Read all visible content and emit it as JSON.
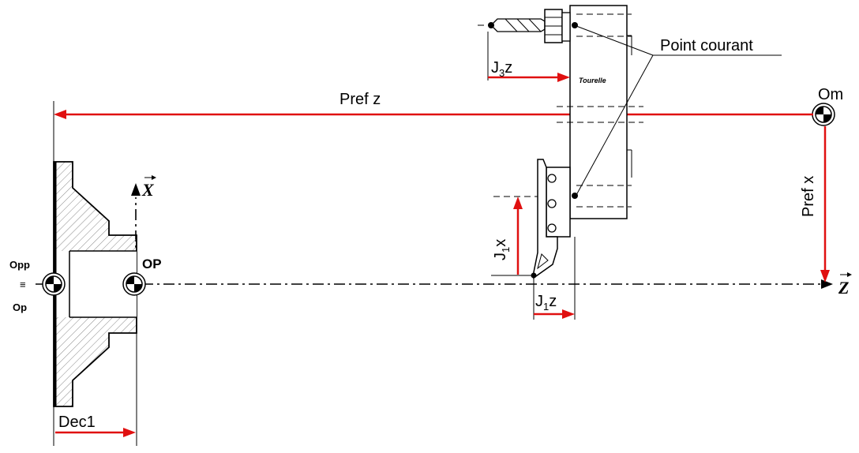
{
  "labels": {
    "pref_z": "Pref z",
    "pref_x": "Pref x",
    "om": "Om",
    "op": "OP",
    "opp": "Opp",
    "equiv": "≡",
    "op_lower": "Op",
    "dec1": "Dec1",
    "j3z_main": "J",
    "j3z_sub": "3",
    "j3z_suffix": "z",
    "j1z_main": "J",
    "j1z_sub": "1",
    "j1z_suffix": "z",
    "j1x_main": "J",
    "j1x_sub": "1",
    "j1x_suffix": "x",
    "point_courant": "Point courant",
    "tourelle": "Tourelle",
    "axis_x": "X",
    "axis_z": "Z"
  },
  "colors": {
    "dimension": "#e01010",
    "line": "#000000",
    "hatch": "#888888"
  }
}
